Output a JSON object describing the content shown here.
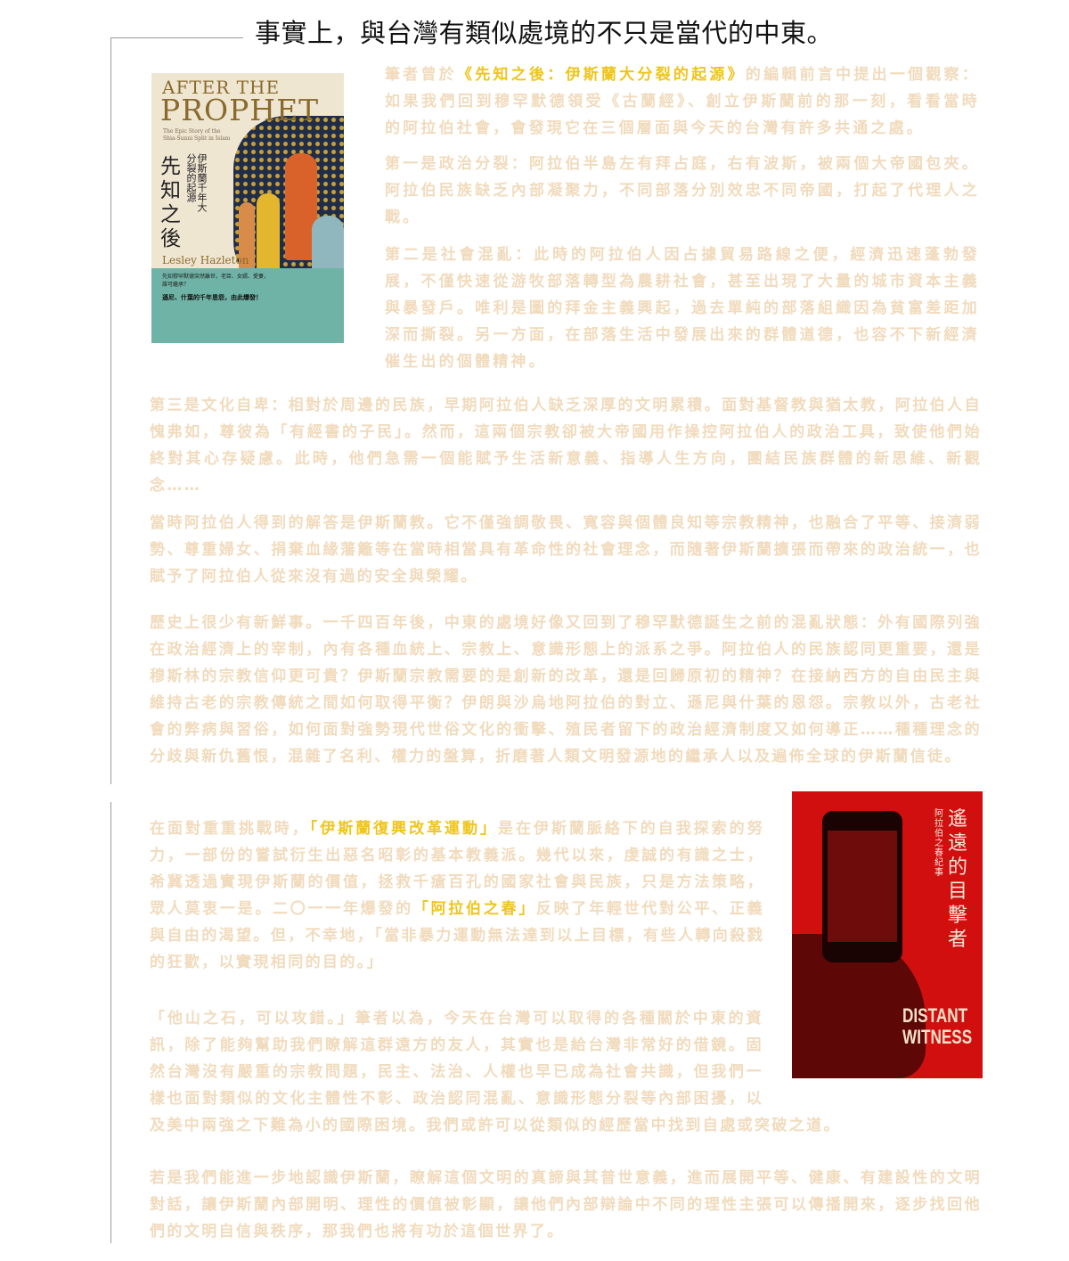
{
  "heading": "事實上，與台灣有類似處境的不只是當代的中東。",
  "colors": {
    "text": "#f1dbbd",
    "highlight": "#efc51c",
    "heading": "#111111"
  },
  "paragraphs": [
    {
      "segments": [
        {
          "text": "筆者曾於"
        },
        {
          "text": "《先知之後：伊斯蘭大分裂的起源》",
          "hl": true
        },
        {
          "text": "的編輯前言中提出一個觀察：如果我們回到穆罕默德領受《古蘭經》、創立伊斯蘭前的那一刻，看看當時的阿拉伯社會，會發現它在三個層面與今天的台灣有許多共通之處。"
        }
      ]
    },
    {
      "segments": [
        {
          "text": "第一是政治分裂：阿拉伯半島左有拜占庭，右有波斯，被兩個大帝國包夾。阿拉伯民族缺乏內部凝聚力，不同部落分別效忠不同帝國，打起了代理人之戰。"
        }
      ]
    },
    {
      "segments": [
        {
          "text": "第二是社會混亂：此時的阿拉伯人因占據貿易路線之便，經濟迅速蓬勃發展，不僅快速從游牧部落轉型為農耕社會，甚至出現了大量的城市資本主義與暴發戶。唯利是圖的拜金主義興起，過去單純的部落組織因為貧富差距加深而撕裂。另一方面，在部落生活中發展出來的群體道德，也容不下新經濟催生出的個體精神。"
        }
      ]
    },
    {
      "segments": [
        {
          "text": "第三是文化自卑：相對於周邊的民族，早期阿拉伯人缺乏深厚的文明累積。面對基督教與猶太教，阿拉伯人自愧弗如，尊彼為「有經書的子民」。然而，這兩個宗教卻被大帝國用作操控阿拉伯人的政治工具，致使他們始終對其心存疑慮。此時，他們急需一個能賦予生活新意義、指導人生方向，團結民族群體的新思維、新觀念……"
        }
      ]
    },
    {
      "segments": [
        {
          "text": "當時阿拉伯人得到的解答是伊斯蘭教。它不僅強調敬畏、寬容與個體良知等宗教精神，也融合了平等、接濟弱勢、尊重婦女、捐棄血緣藩籬等在當時相當具有革命性的社會理念，而隨著伊斯蘭擴張而帶來的政治統一，也賦予了阿拉伯人從來沒有過的安全與榮耀。"
        }
      ]
    },
    {
      "segments": [
        {
          "text": "歷史上很少有新鮮事。一千四百年後，中東的處境好像又回到了穆罕默德誕生之前的混亂狀態：外有國際列強在政治經濟上的宰制，內有各種血統上、宗教上、意識形態上的派系之爭。阿拉伯人的民族認同更重要，還是穆斯林的宗教信仰更可貴？伊斯蘭宗教需要的是創新的改革，還是回歸原初的精神？在接納西方的自由民主與維持古老的宗教傳統之間如何取得平衡？伊朗與沙烏地阿拉伯的對立、遜尼與什葉的恩怨。宗教以外，古老社會的弊病與習俗，如何面對強勢現代世俗文化的衝擊、殖民者留下的政治經濟制度又如何導正……種種理念的分歧與新仇舊恨，混雜了名利、權力的盤算，折磨著人類文明發源地的繼承人以及遍佈全球的伊斯蘭信徒。"
        }
      ]
    },
    {
      "segments": [
        {
          "text": "在面對重重挑戰時，"
        },
        {
          "text": "「伊斯蘭復興改革運動」",
          "hl": true
        },
        {
          "text": "是在伊斯蘭脈絡下的自我探索的努力，一部份的嘗試衍生出惡名昭彰的基本教義派。幾代以來，虔誠的有識之士，希冀透過實現伊斯蘭的價值，拯救千瘡百孔的國家社會與民族，只是方法策略，眾人莫衷一是。二〇一一年爆發的"
        },
        {
          "text": "「阿拉伯之春」",
          "hl": true
        },
        {
          "text": "反映了年輕世代對公平、正義與自由的渴望。但，不幸地，「當非暴力運動無法達到以上目標，有些人轉向殺戮的狂歡，以實現相同的目的。」"
        }
      ]
    },
    {
      "segments": [
        {
          "text": "「他山之石，可以攻錯。」筆者以為，今天在台灣可以取得的各種關於中東的資訊，除了能夠幫助我們瞭解這群遠方的友人，其實也是給台灣非常好的借鏡。固然台灣沒有嚴重的宗教問題，民主、法治、人權也早已成為社會共識，但我們一樣也面對類似的文化主體性不彰、政治認同混亂、意識形態分裂等內部困擾，以及美中兩強之下難為小的國際困境。我們或許可以從類似的經歷當中找到自處或突破之道。"
        }
      ]
    },
    {
      "segments": [
        {
          "text": "若是我們能進一步地認識伊斯蘭，瞭解這個文明的真諦與其普世意義，進而展開平等、健康、有建設性的文明對話，讓伊斯蘭內部開明、理性的價值被彰顯，讓他們內部辯論中不同的理性主張可以傳播開來，逐步找回他們的文明自信與秩序，那我們也將有功於這個世界了。"
        }
      ]
    }
  ],
  "book1": {
    "title_en_1": "AFTER THE",
    "title_en_2": "PROPHET",
    "subtitle_en": "The Epic Story of the Shia-Sunni Split in Islam",
    "title_zh": "先知之後",
    "subtitle_zh": "伊斯蘭千年大分裂的起源",
    "author": "Lesley Hazleton",
    "blurb": "先知穆罕默德突然離世，老臣、女婿、愛妻，誰可繼承？",
    "tagline": "遜尼、什葉的千年恩怨，由此爆發！"
  },
  "book2": {
    "title_zh": "遙遠的目擊者",
    "subtitle_zh": "阿拉伯之春紀事",
    "title_en": "DISTANT WITNESS"
  }
}
